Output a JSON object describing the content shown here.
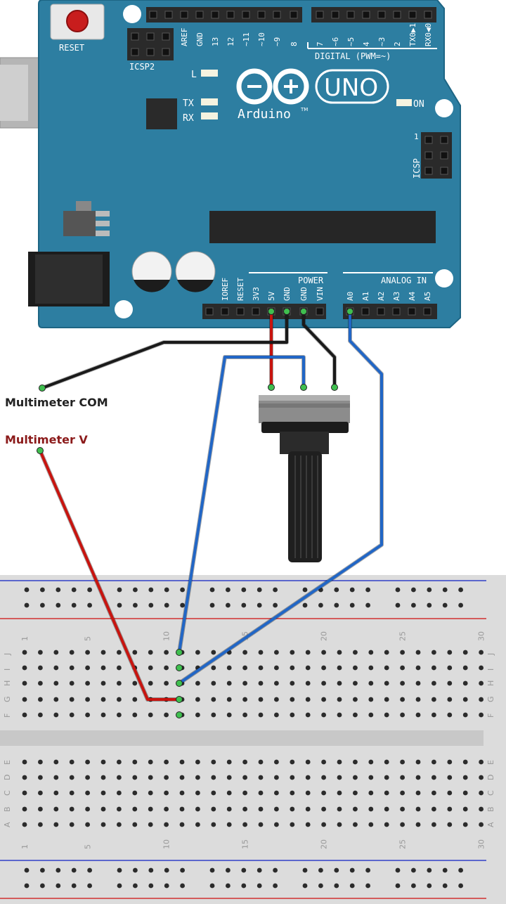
{
  "board": {
    "reset_label": "RESET",
    "icsp2_label": "ICSP2",
    "icsp_label": "ICSP",
    "icsp_pin1": "1",
    "led_l": "L",
    "led_tx": "TX",
    "led_rx": "RX",
    "led_on": "ON",
    "brand": "Arduino",
    "tm": "TM",
    "model": "UNO",
    "digital_title": "DIGITAL (PWM=~)",
    "digital_pins": [
      "AREF",
      "GND",
      "13",
      "12",
      "~11",
      "~10",
      "~9",
      "8",
      "7",
      "~6",
      "~5",
      "4",
      "~3",
      "2",
      "TX0▶1",
      "RX0◀0"
    ],
    "power_title": "POWER",
    "power_pins": [
      "IOREF",
      "RESET",
      "3V3",
      "5V",
      "GND",
      "GND",
      "VIN"
    ],
    "analog_title": "ANALOG IN",
    "analog_pins": [
      "A0",
      "A1",
      "A2",
      "A3",
      "A4",
      "A5"
    ],
    "colors": {
      "pcb": "#2d7ea1",
      "pcb_edge": "#1d6584",
      "silk": "#ffffff"
    }
  },
  "labels": {
    "multimeter_com": "Multimeter COM",
    "multimeter_v": "Multimeter V",
    "com_color": "#222222",
    "v_color": "#8b1a1a"
  },
  "breadboard": {
    "column_numbers": [
      "1",
      "5",
      "10",
      "15",
      "20",
      "25",
      "30"
    ],
    "rows_top": [
      "J",
      "I",
      "H",
      "G",
      "F"
    ],
    "rows_bottom": [
      "E",
      "D",
      "C",
      "B",
      "A"
    ]
  },
  "wires": {
    "red": "#c8140f",
    "black": "#1a1a1a",
    "blue": "#2166c6"
  }
}
